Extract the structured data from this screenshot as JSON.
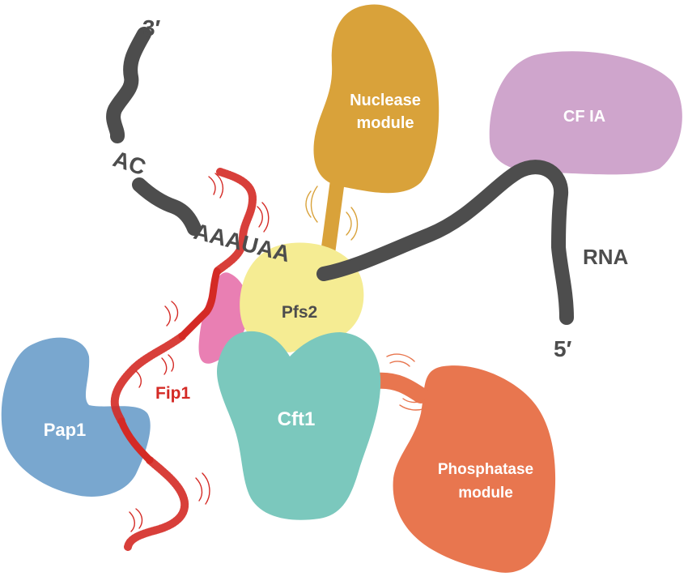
{
  "colors": {
    "rna": "#4d4d4d",
    "fip1": "#d42a25",
    "nuclease": "#d9a23a",
    "cfia": "#cfa5cc",
    "pfs2": "#f5ec93",
    "pink_subunit": "#e97fb3",
    "cft1": "#7bc8bd",
    "pap1": "#79a7cf",
    "phosphatase": "#e8764f",
    "label_light": "#ffffff",
    "label_dark": "#4d4d4d"
  },
  "labels": {
    "rna_3prime": "3′",
    "rna_5prime": "5′",
    "rna": "RNA",
    "ac": "AC",
    "aauaa": "AAAUAA",
    "nuclease_line1": "Nuclease",
    "nuclease_line2": "module",
    "cfia": "CF IA",
    "pfs2": "Pfs2",
    "fip1": "Fip1",
    "cft1": "Cft1",
    "pap1": "Pap1",
    "phosphatase_line1": "Phosphatase",
    "phosphatase_line2": "module"
  }
}
